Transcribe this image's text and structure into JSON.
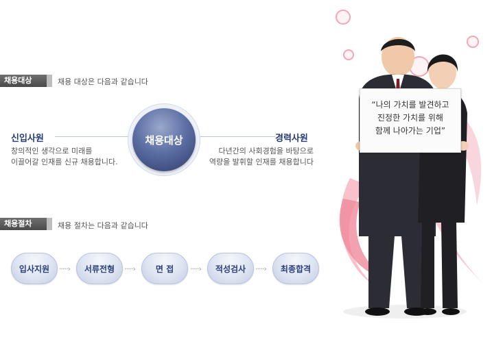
{
  "target": {
    "tag": "채용대상",
    "description": "채용 대상은 다음과 같습니다",
    "center": "채용대상",
    "newcomer": {
      "title": "신입사원",
      "line1": "창의적인 생각으로 미래를",
      "line2": "이끌어갈 인재를 신규 채용합니다."
    },
    "experienced": {
      "title": "경력사원",
      "line1": "다년간의 사회경험을 바탕으로",
      "line2": "역량을 발휘할 인재를 채용합니다"
    }
  },
  "process": {
    "tag": "채용절차",
    "description": "채용 절차는 다음과 같습니다",
    "steps": [
      "입사지원",
      "서류전형",
      "면 접",
      "적성검사",
      "최종합격"
    ],
    "arrow": "·····›"
  },
  "photo": {
    "sign_line1": "“나의 가치를 발견하고",
    "sign_line2": "진정한 가치를 위해",
    "sign_line3": "함께 나아가는 기업”"
  },
  "colors": {
    "accent_navy": "#253a75",
    "tag_gray": "#5a5a5a",
    "pink": "#e97a8c"
  }
}
